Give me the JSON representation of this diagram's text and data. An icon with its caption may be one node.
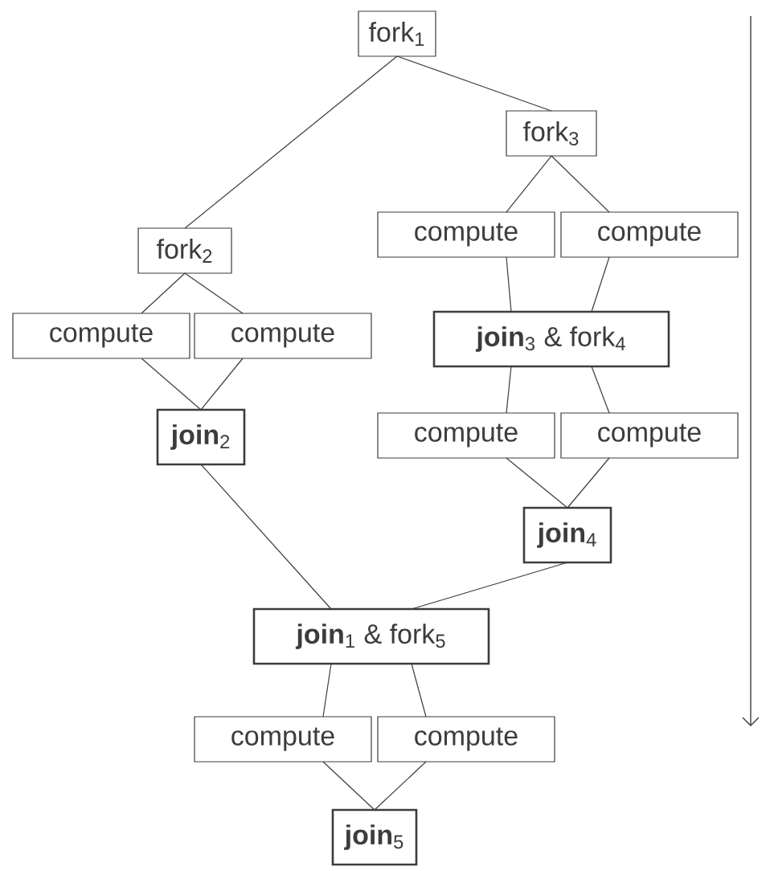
{
  "diagram": {
    "nodes": [
      {
        "text": [
          "fork$_{1}$"
        ]
      },
      {
        "text": [
          "fork$_{3}$"
        ]
      },
      {
        "text": [
          "fork$_{2}$"
        ]
      },
      {
        "text": [
          "compute"
        ]
      },
      {
        "text": [
          "compute"
        ]
      },
      {
        "text": [
          "compute"
        ]
      },
      {
        "text": [
          "compute"
        ]
      },
      {
        "text": [
          "**join**$_{3}$ & fork$_{4}$"
        ]
      },
      {
        "text": [
          "**join**$_{2}$"
        ]
      },
      {
        "text": [
          "compute"
        ]
      },
      {
        "text": [
          "compute"
        ]
      },
      {
        "text": [
          "**join**$_{4}$"
        ]
      },
      {
        "text": [
          "**join**$_{1}$ & fork$_{5}$"
        ]
      },
      {
        "text": [
          "compute"
        ]
      },
      {
        "text": [
          "compute"
        ]
      },
      {
        "text": [
          "**join**$_{5}$"
        ]
      }
    ],
    "edges": [
      {
        "from": 0,
        "to": 2,
        "arrow": "none"
      },
      {
        "from": 0,
        "to": 1,
        "arrow": "none"
      },
      {
        "from": 1,
        "to": 3,
        "arrow": "none"
      },
      {
        "from": 1,
        "to": 4,
        "arrow": "none"
      },
      {
        "from": 2,
        "to": 5,
        "arrow": "none"
      },
      {
        "from": 2,
        "to": 6,
        "arrow": "none"
      },
      {
        "from": 3,
        "to": 7,
        "arrow": "none"
      },
      {
        "from": 4,
        "to": 7,
        "arrow": "none"
      },
      {
        "from": 5,
        "to": 8,
        "arrow": "none"
      },
      {
        "from": 6,
        "to": 8,
        "arrow": "none"
      },
      {
        "from": 7,
        "to": 9,
        "arrow": "none"
      },
      {
        "from": 7,
        "to": 10,
        "arrow": "none"
      },
      {
        "from": 9,
        "to": 11,
        "arrow": "none"
      },
      {
        "from": 10,
        "to": 11,
        "arrow": "none"
      },
      {
        "from": 8,
        "to": 12,
        "arrow": "none"
      },
      {
        "from": 11,
        "to": 12,
        "arrow": "none"
      },
      {
        "from": 12,
        "to": 13,
        "arrow": "none"
      },
      {
        "from": 12,
        "to": 14,
        "arrow": "none"
      },
      {
        "from": 13,
        "to": 15,
        "arrow": "none"
      },
      {
        "from": 14,
        "to": 15,
        "arrow": "none"
      }
    ]
  }
}
